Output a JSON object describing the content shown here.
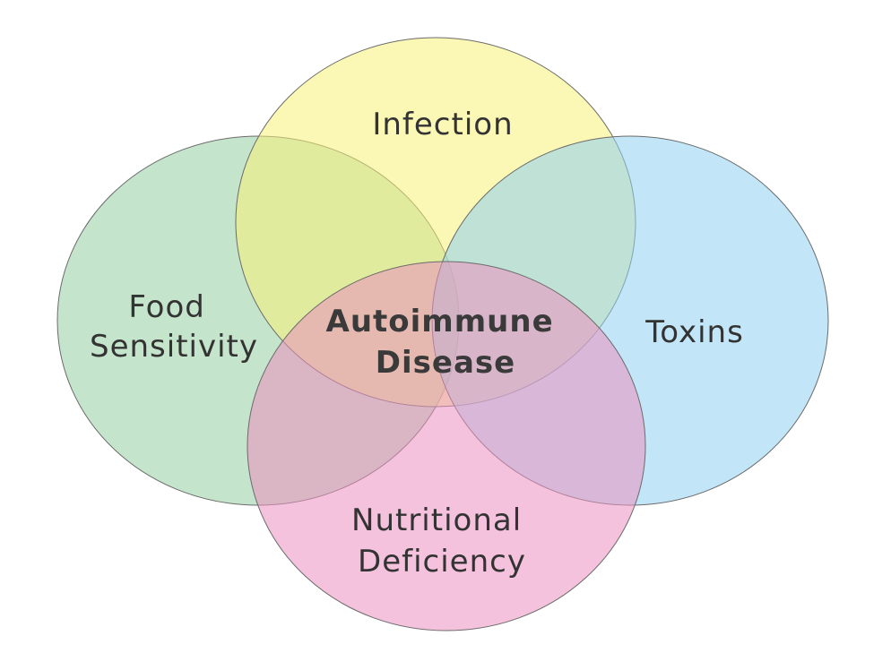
{
  "diagram": {
    "type": "venn",
    "sets": [
      {
        "id": "infection",
        "label_lines": [
          "Infection"
        ],
        "color": "#f7f078"
      },
      {
        "id": "toxins",
        "label_lines": [
          "Toxins"
        ],
        "color": "#8fd1f0"
      },
      {
        "id": "nutritional-deficiency",
        "label_lines": [
          "Nutritional",
          "Deficiency"
        ],
        "color": "#eb8fbf"
      },
      {
        "id": "food-sensitivity",
        "label_lines": [
          "Food",
          "Sensitivity"
        ],
        "color": "#95cda3"
      }
    ],
    "intersection_label_lines": [
      "Autoimmune",
      "Disease"
    ]
  }
}
